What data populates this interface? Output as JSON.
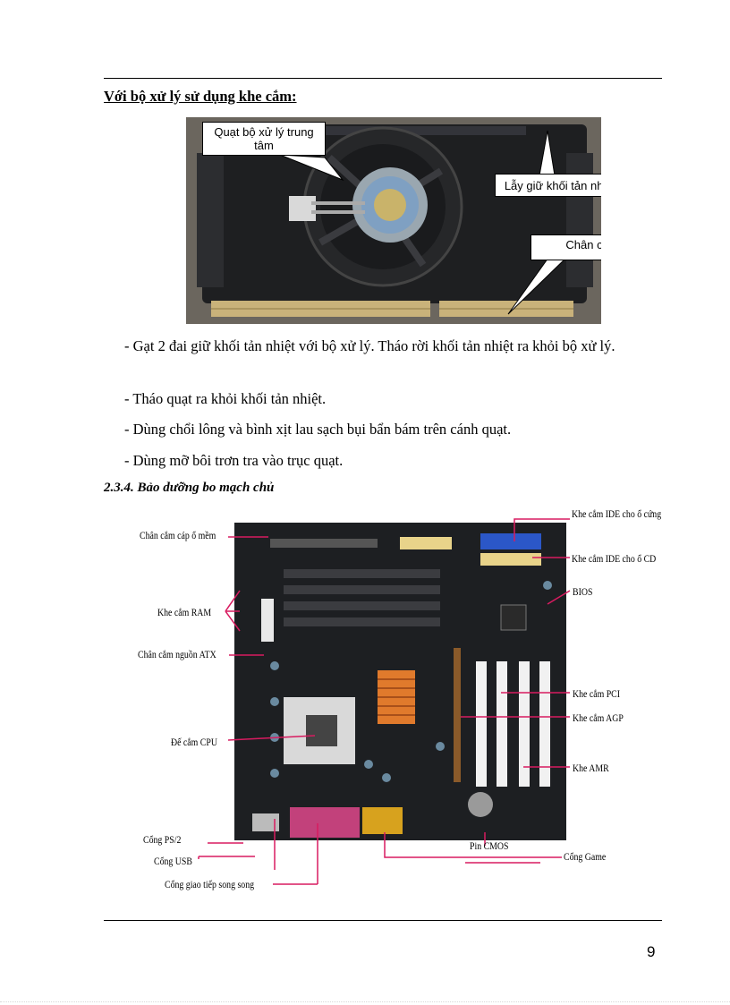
{
  "heading1": "Với bộ xử lý sử dụng khe cắm:",
  "photo1": {
    "callouts": [
      "Quạt bộ xử lý trung tâm",
      "Lẫy giữ khối tản nhiệt",
      "Chân cắm"
    ]
  },
  "steps": [
    "- Gạt 2 đai giữ khối tản nhiệt với bộ xử lý. Tháo rời khối tản nhiệt ra khỏi bộ xử lý.",
    "- Tháo quạt ra khỏi khối tản nhiệt.",
    "- Dùng chổi lông và bình xịt lau sạch bụi bẩn bám trên cánh quạt.",
    "- Dùng mỡ bôi trơn tra vào trục quạt."
  ],
  "heading2": "2.3.4. Bảo dưỡng bo mạch chủ",
  "board_labels": {
    "floppy": "Chân cắm cáp ổ mềm",
    "ram": "Khe cắm RAM",
    "atx": "Chân cắm nguồn ATX",
    "cpu": "Đế cắm CPU",
    "ps2": "Cổng PS/2",
    "usb": "Cổng USB",
    "parallel": "Cổng giao tiếp song song",
    "ide_hdd": "Khe cắm IDE cho ổ cứng",
    "ide_cd": "Khe cắm IDE cho ổ CD",
    "bios": "BIOS",
    "pci": "Khe cắm PCI",
    "agp": "Khe cắm AGP",
    "amr": "Khe AMR",
    "cmos": "Pin CMOS",
    "game": "Cổng Game"
  },
  "page_number": "9",
  "colors": {
    "leader": "#d81b60",
    "board": "#1d1f22"
  }
}
